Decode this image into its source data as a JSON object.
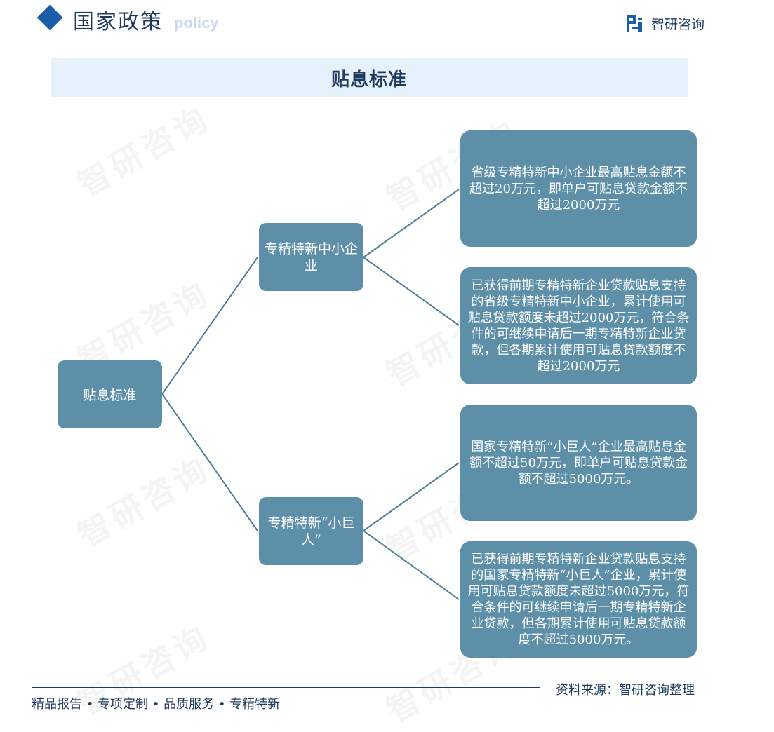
{
  "header": {
    "title": "国家政策",
    "subtitle_en": "policy",
    "brand": "智研咨询"
  },
  "diagram": {
    "title": "贴息标准",
    "root": "贴息标准",
    "branches": [
      {
        "label": "专精特新中小企业",
        "leaves": [
          "省级专精特新中小企业最高贴息金额不超过20万元，即单户可贴息贷款金额不超过2000万元",
          "已获得前期专精特新企业贷款贴息支持的省级专精特新中小企业，累计使用可贴息贷款额度未超过2000万元，符合条件的可继续申请后一期专精特新企业贷款，但各期累计使用可贴息贷款额度不超过2000万元"
        ]
      },
      {
        "label": "专精特新“小巨人”",
        "leaves": [
          "国家专精特新“小巨人”企业最高贴息金额不超过50万元，即单户可贴息贷款金额不超过5000万元。",
          "已获得前期专精特新企业贷款贴息支持的国家专精特新“小巨人”企业，累计使用可贴息贷款额度未超过5000万元，符合条件的可继续申请后一期专精特新企业贷款，但各期累计使用可贴息贷款额度不超过5000万元。"
        ]
      }
    ]
  },
  "footer": {
    "tagline": "精品报告 • 专项定制 • 品质服务 • 专精特新",
    "source": "资料来源：智研咨询整理"
  },
  "colors": {
    "box": "#5d90a8",
    "line": "#4f7f96",
    "title_band": "#e6f2fb",
    "accent": "#1a5ea8",
    "text_dark": "#1e3a5f"
  }
}
